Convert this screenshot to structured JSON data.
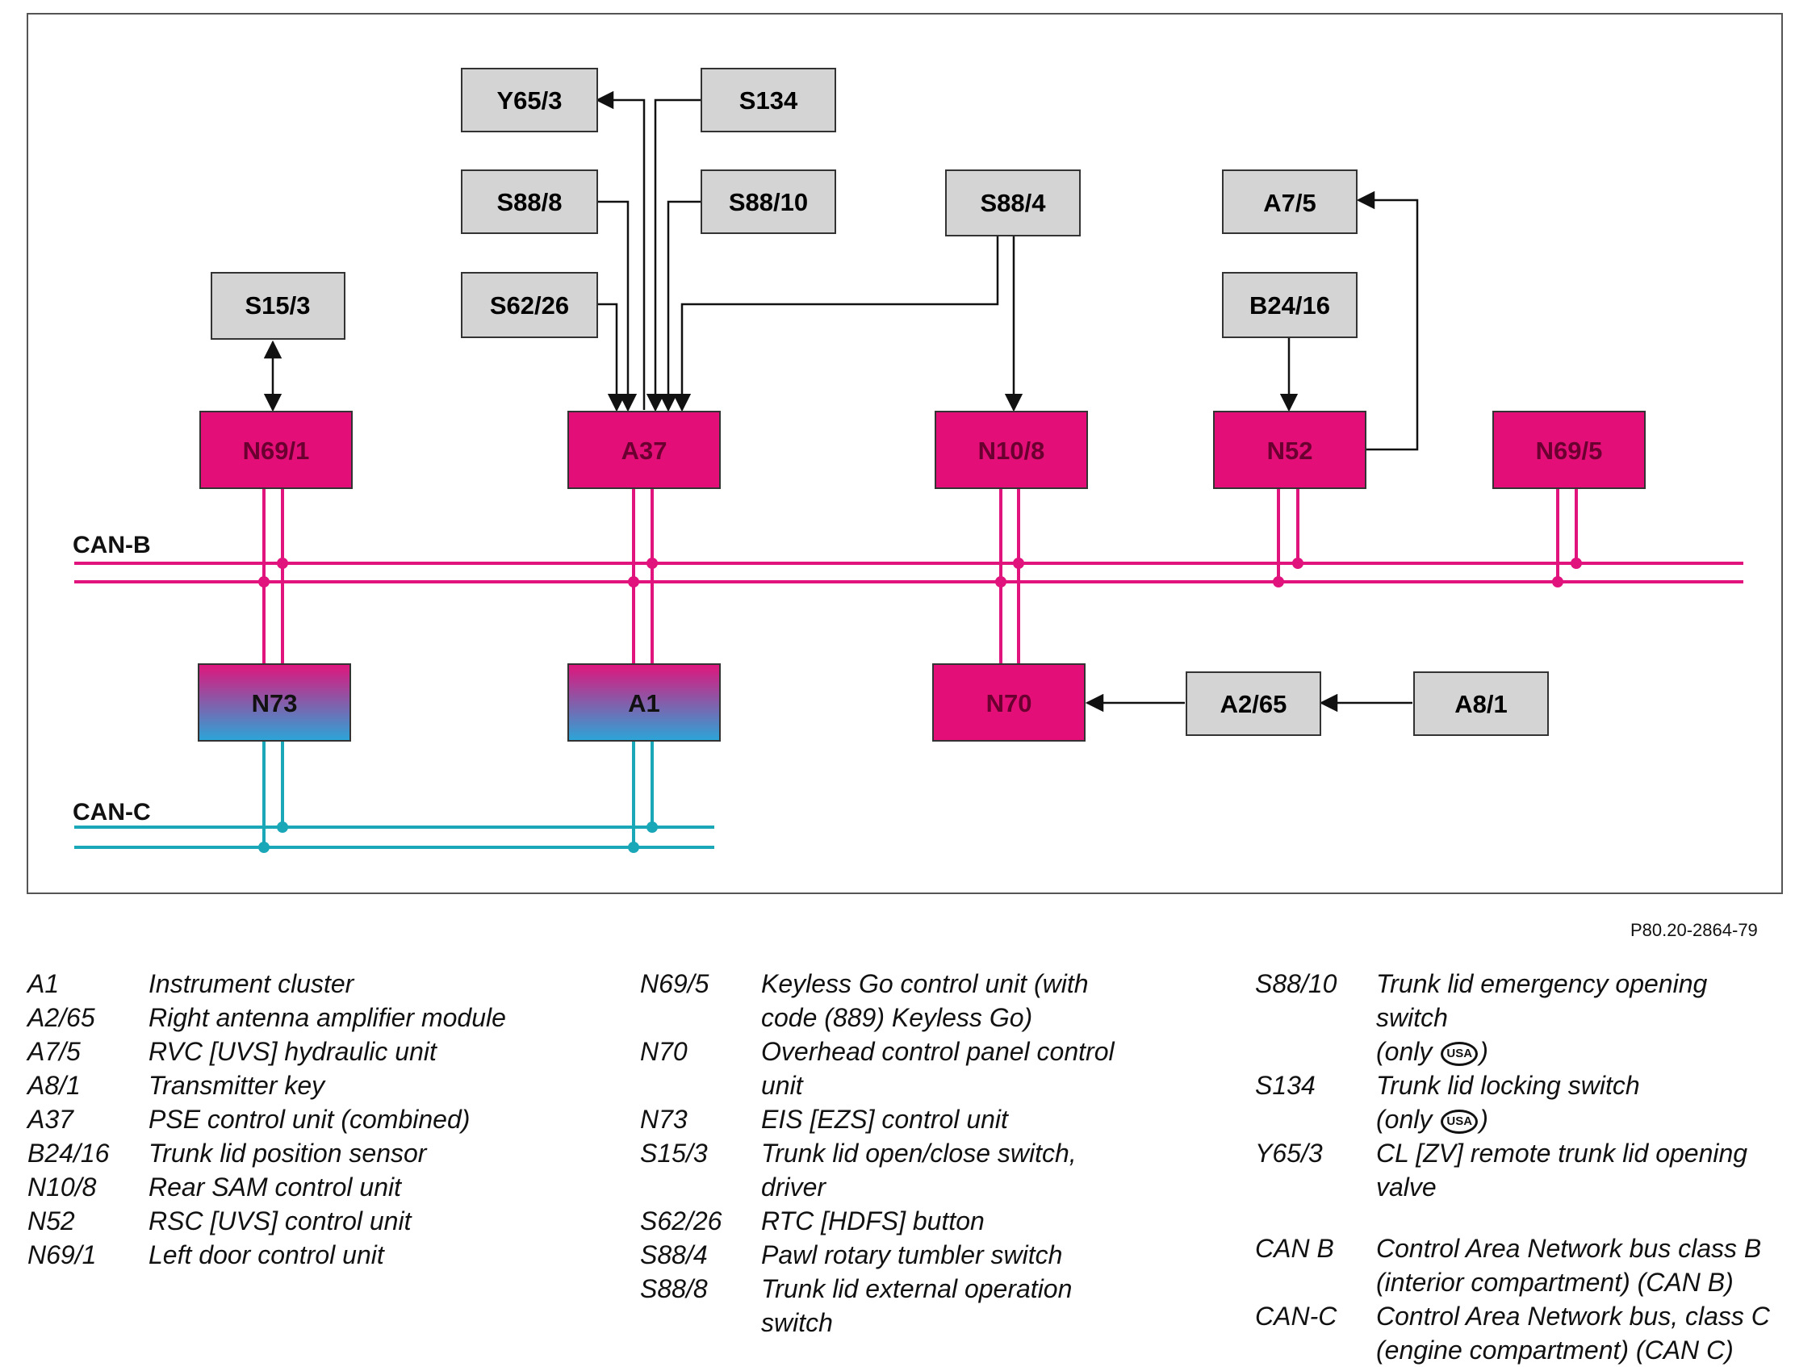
{
  "diagram": {
    "nodes": {
      "y65_3": "Y65/3",
      "s134": "S134",
      "s88_8": "S88/8",
      "s88_10": "S88/10",
      "s88_4": "S88/4",
      "a7_5": "A7/5",
      "s15_3": "S15/3",
      "s62_26": "S62/26",
      "b24_16": "B24/16",
      "n69_1": "N69/1",
      "a37": "A37",
      "n10_8": "N10/8",
      "n52": "N52",
      "n69_5": "N69/5",
      "n73": "N73",
      "a1": "A1",
      "n70": "N70",
      "a2_65": "A2/65",
      "a8_1": "A8/1"
    },
    "buses": {
      "can_b": "CAN-B",
      "can_c": "CAN-C"
    },
    "colors": {
      "can_b": "#e0147c",
      "can_c": "#1aa7b8",
      "control_unit": "#e40e78",
      "component": "#d4d4d4",
      "gradient_top": "#e0147c",
      "gradient_bottom": "#2aa6d8"
    }
  },
  "figure_ref": "P80.20-2864-79",
  "legend": {
    "col1": [
      {
        "abbr": "A1",
        "desc": "Instrument cluster"
      },
      {
        "abbr": "A2/65",
        "desc": "Right antenna amplifier module"
      },
      {
        "abbr": "A7/5",
        "desc": "RVC [UVS] hydraulic unit"
      },
      {
        "abbr": "A8/1",
        "desc": "Transmitter key"
      },
      {
        "abbr": "A37",
        "desc": "PSE control unit (combined)"
      },
      {
        "abbr": "B24/16",
        "desc": "Trunk lid position sensor"
      },
      {
        "abbr": "N10/8",
        "desc": "Rear SAM control unit"
      },
      {
        "abbr": "N52",
        "desc": "RSC [UVS] control unit"
      },
      {
        "abbr": "N69/1",
        "desc": "Left door control unit"
      }
    ],
    "col2": [
      {
        "abbr": "N69/5",
        "desc1": "Keyless Go control unit (with",
        "desc2": "code (889) Keyless Go)"
      },
      {
        "abbr": "N70",
        "desc1": "Overhead control panel control",
        "desc2": "unit"
      },
      {
        "abbr": "N73",
        "desc1": "EIS [EZS] control unit",
        "desc2": ""
      },
      {
        "abbr": "S15/3",
        "desc1": "Trunk lid open/close switch,",
        "desc2": "driver"
      },
      {
        "abbr": "S62/26",
        "desc1": "RTC [HDFS] button",
        "desc2": ""
      },
      {
        "abbr": "S88/4",
        "desc1": "Pawl rotary tumbler switch",
        "desc2": ""
      },
      {
        "abbr": "S88/8",
        "desc1": "Trunk lid external operation",
        "desc2": "switch"
      }
    ],
    "col3": {
      "s88_10": {
        "abbr": "S88/10",
        "l1": "Trunk lid emergency opening",
        "l2": "switch",
        "only_pre": "(only ",
        "only_post": ")"
      },
      "s134": {
        "abbr": "S134",
        "l1": "Trunk lid locking switch",
        "only_pre": "(only ",
        "only_post": ")"
      },
      "y65_3": {
        "abbr": "Y65/3",
        "l1": "CL [ZV] remote trunk lid opening",
        "l2": "valve"
      },
      "can_b": {
        "abbr": "CAN B",
        "l1": "Control Area Network bus class B",
        "l2": " (interior compartment) (CAN B)"
      },
      "can_c": {
        "abbr": "CAN-C",
        "l1": "Control Area Network bus, class C",
        "l2": " (engine compartment) (CAN C)"
      },
      "usa_badge": "USA"
    }
  }
}
